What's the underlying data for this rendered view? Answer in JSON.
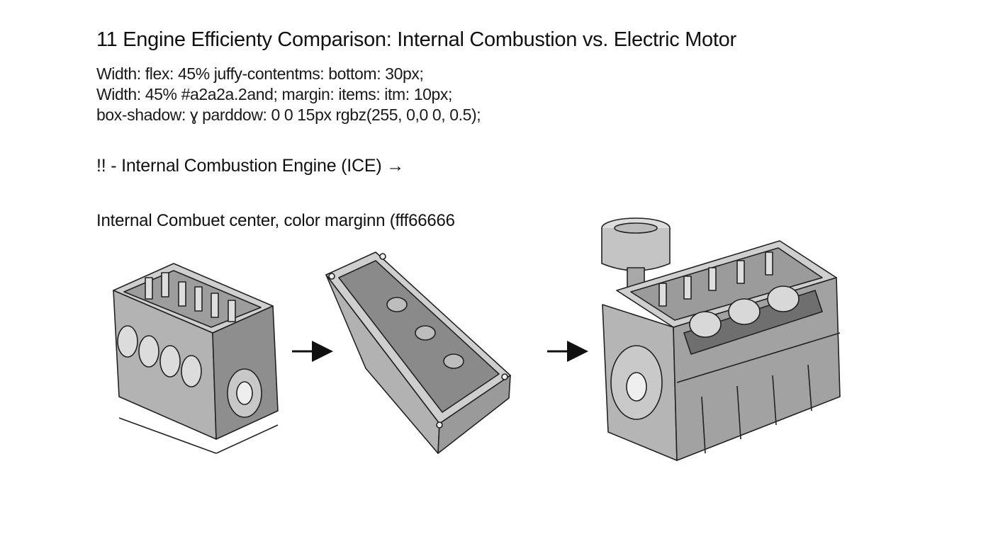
{
  "title": "11 Engine Efficienty Comparison: Internal Combustion vs. Electric Motor",
  "code_lines": [
    "Width: flex: 45% juffy-contentms: bottom: 30px;",
    "Width: 45% #a2a2a.2and; margin: items: itm: 10px;",
    "box-shadow: ɣ parddow: 0 0 15px rgbz(255, 0,0 0, 0.5);"
  ],
  "section_heading": "!! - Internal Combustion Engine (ICE) →",
  "caption": "Internal Combuet center, color marginn (fff66666",
  "diagram": {
    "nodes": [
      {
        "id": "engine-block",
        "kind": "engine-block-drawing"
      },
      {
        "id": "oil-pan",
        "kind": "oil-pan-drawing"
      },
      {
        "id": "assembled-engine",
        "kind": "assembled-engine-with-piston-drawing"
      }
    ],
    "edges": [
      {
        "from": "engine-block",
        "to": "oil-pan",
        "style": "arrow"
      },
      {
        "from": "oil-pan",
        "to": "assembled-engine",
        "style": "arrow"
      }
    ]
  },
  "colors": {
    "line": "#222222",
    "metal_light": "#d4d4d4",
    "metal_mid": "#a9a9a9",
    "metal_dark": "#777777"
  }
}
